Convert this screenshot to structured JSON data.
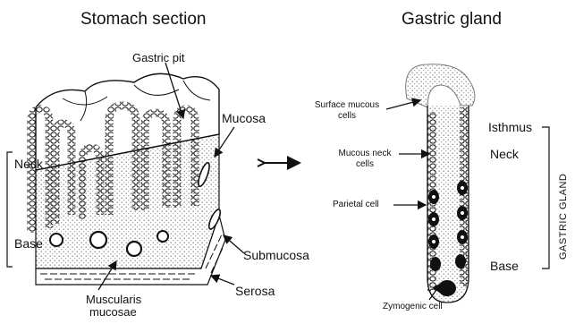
{
  "left_panel": {
    "title": "Stomach section",
    "labels": {
      "gastric_pit": "Gastric pit",
      "mucosa": "Mucosa",
      "neck": "Neck",
      "base": "Base",
      "submucosa": "Submucosa",
      "serosa": "Serosa",
      "muscularis_line1": "Muscularis",
      "muscularis_line2": "mucosae"
    }
  },
  "right_panel": {
    "title": "Gastric gland",
    "labels": {
      "surface_mucous_line1": "Surface mucous",
      "surface_mucous_line2": "cells",
      "mucous_neck_line1": "Mucous neck",
      "mucous_neck_line2": "cells",
      "parietal_cell": "Parietal cell",
      "zymogenic_cell": "Zymogenic cell",
      "isthmus": "Isthmus",
      "neck": "Neck",
      "base": "Base",
      "gastric_gland_vertical": "GASTRIC GLAND"
    }
  },
  "colors": {
    "ink": "#111111",
    "stipple": "#9a9a9a",
    "background": "#ffffff"
  }
}
